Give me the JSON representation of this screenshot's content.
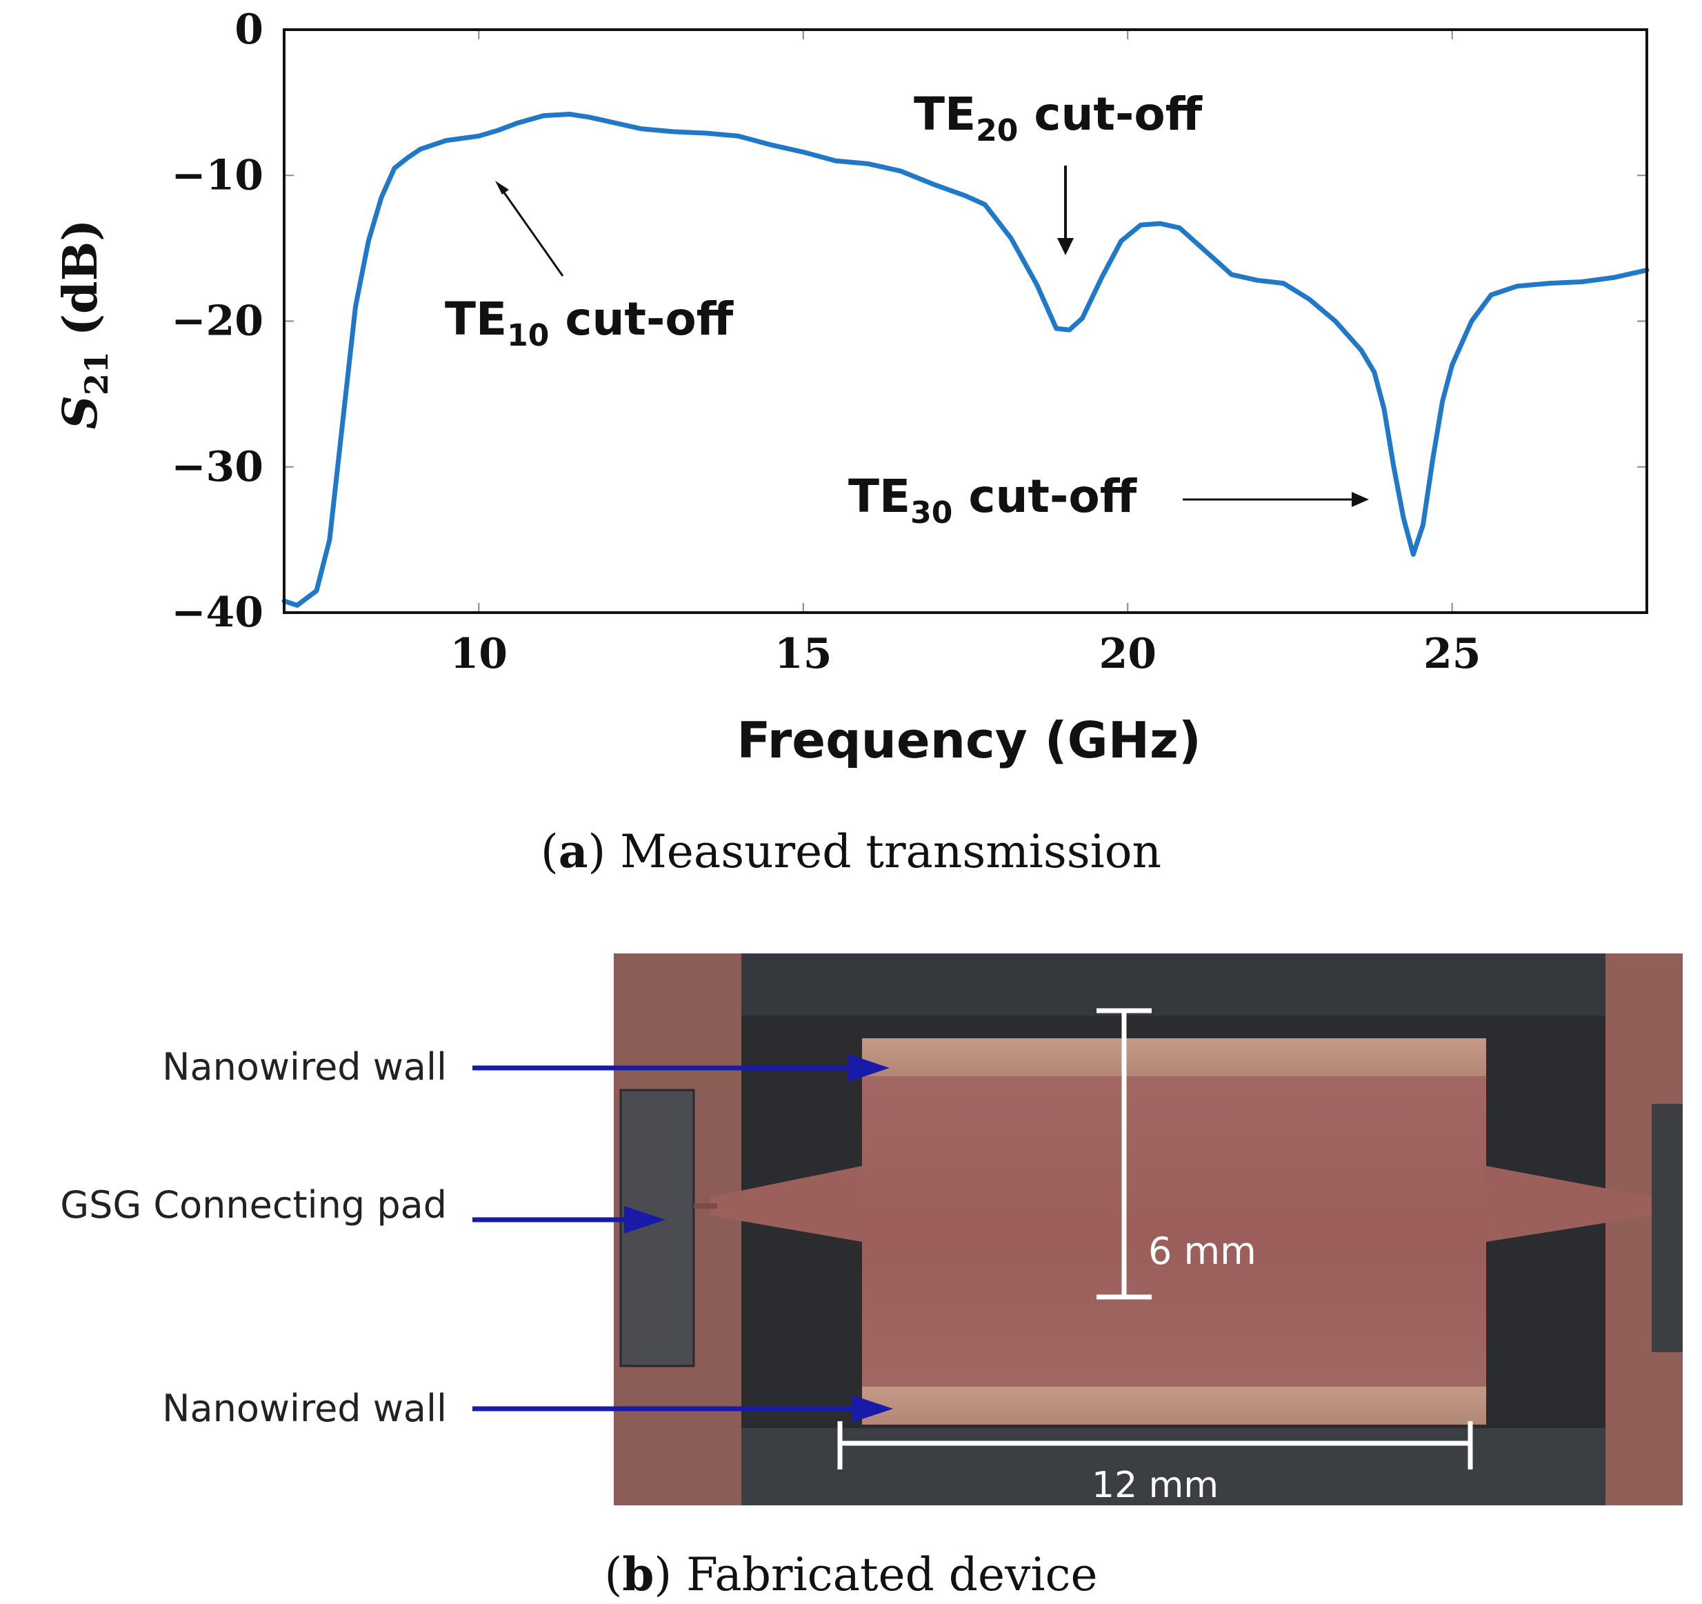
{
  "chart_data": {
    "type": "line",
    "xlabel": "Frequency (GHz)",
    "ylabel_main": "S",
    "ylabel_sub": "21",
    "ylabel_unit": "(dB)",
    "xlim": [
      7,
      28
    ],
    "ylim": [
      -40,
      0
    ],
    "x_ticks": [
      10,
      15,
      20,
      25
    ],
    "y_ticks": [
      0,
      -10,
      -20,
      -30,
      -40
    ],
    "x_tick_labels": [
      "10",
      "15",
      "20",
      "25"
    ],
    "y_tick_labels": [
      "0",
      "−10",
      "−20",
      "−30",
      "−40"
    ],
    "grid": false,
    "line_color": "#1f78c8",
    "series": [
      {
        "x": [
          7.0,
          7.2,
          7.5,
          7.7,
          7.9,
          8.1,
          8.3,
          8.5,
          8.7,
          8.9,
          9.1,
          9.5,
          10.0,
          10.3,
          10.6,
          11.0,
          11.4,
          11.7,
          12.0,
          12.5,
          13.0,
          13.5,
          14.0,
          14.5,
          15.0,
          15.5,
          16.0,
          16.5,
          17.0,
          17.5,
          17.8,
          18.2,
          18.6,
          18.9,
          19.1,
          19.3,
          19.6,
          19.9,
          20.2,
          20.5,
          20.8,
          21.0,
          21.3,
          21.6,
          22.0,
          22.4,
          22.8,
          23.2,
          23.6,
          23.8,
          23.95,
          24.1,
          24.25,
          24.4,
          24.55,
          24.7,
          24.85,
          25.0,
          25.3,
          25.6,
          26.0,
          26.5,
          27.0,
          27.5,
          28.0
        ],
        "y": [
          -39.2,
          -39.5,
          -38.5,
          -35.0,
          -27.0,
          -19.0,
          -14.5,
          -11.5,
          -9.5,
          -8.8,
          -8.2,
          -7.6,
          -7.3,
          -6.9,
          -6.4,
          -5.9,
          -5.8,
          -6.0,
          -6.3,
          -6.8,
          -7.0,
          -7.1,
          -7.3,
          -7.9,
          -8.4,
          -9.0,
          -9.2,
          -9.7,
          -10.6,
          -11.4,
          -12.0,
          -14.3,
          -17.5,
          -20.5,
          -20.6,
          -19.8,
          -17.0,
          -14.5,
          -13.4,
          -13.3,
          -13.6,
          -14.4,
          -15.6,
          -16.8,
          -17.2,
          -17.4,
          -18.5,
          -20.0,
          -22.0,
          -23.5,
          -26.0,
          -30.0,
          -33.5,
          -36.0,
          -34.0,
          -29.5,
          -25.5,
          -23.0,
          -20.0,
          -18.2,
          -17.6,
          -17.4,
          -17.3,
          -17.0,
          -16.5
        ]
      }
    ],
    "annotations": [
      {
        "main": "TE",
        "sub": "10",
        "rest": " cut-off"
      },
      {
        "main": "TE",
        "sub": "20",
        "rest": " cut-off"
      },
      {
        "main": "TE",
        "sub": "30",
        "rest": " cut-off"
      }
    ]
  },
  "caption_a": {
    "letter": "a",
    "text": " Measured transmission"
  },
  "photo": {
    "label_wall_top": "Nanowired wall",
    "label_gsg": "GSG Connecting pad",
    "label_wall_bottom": "Nanowired wall",
    "dim_height": "6 mm",
    "dim_width": "12 mm",
    "arrow_color": "#1a1aa8"
  },
  "caption_b": {
    "letter": "b",
    "text": " Fabricated device"
  }
}
